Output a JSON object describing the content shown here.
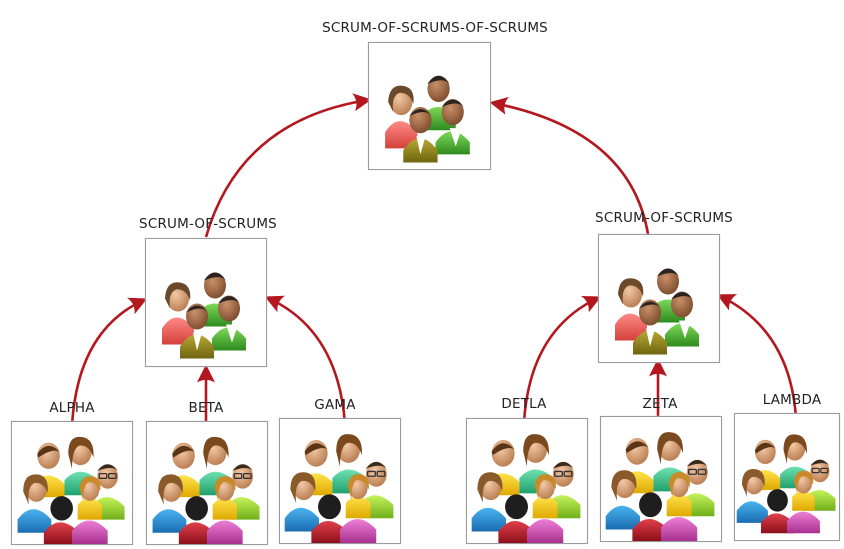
{
  "top": {
    "title": "SCRUM-OF-SCRUMS-OF-SCRUMS",
    "icon": "manager-group-icon"
  },
  "scrum_of_scrums": [
    {
      "title": "SCRUM-OF-SCRUMS",
      "icon": "manager-group-icon"
    },
    {
      "title": "SCRUM-OF-SCRUMS",
      "icon": "manager-group-icon"
    }
  ],
  "teams": [
    {
      "name": "ALPHA",
      "icon": "team-icon"
    },
    {
      "name": "BETA",
      "icon": "team-icon"
    },
    {
      "name": "GAMA",
      "icon": "team-icon"
    },
    {
      "name": "DETLA",
      "icon": "team-icon"
    },
    {
      "name": "ZETA",
      "icon": "team-icon"
    },
    {
      "name": "LAMBDA",
      "icon": "team-icon"
    }
  ],
  "colors": {
    "arrow": "#b5171f",
    "border": "#9a9a9a"
  }
}
